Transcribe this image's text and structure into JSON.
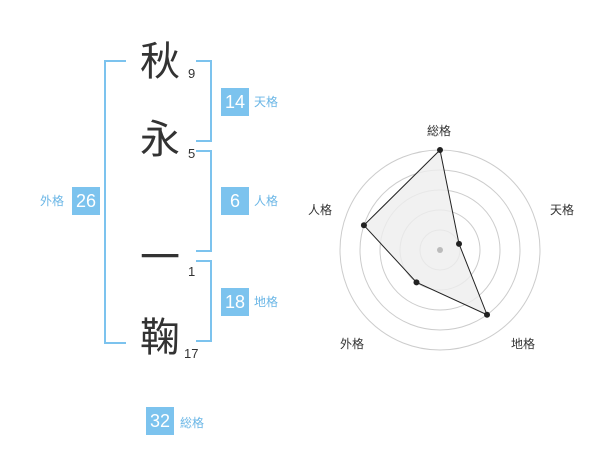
{
  "name": {
    "chars": [
      {
        "char": "秋",
        "strokes": "9"
      },
      {
        "char": "永",
        "strokes": "5"
      },
      {
        "char": "一",
        "strokes": "1"
      },
      {
        "char": "鞠",
        "strokes": "17"
      }
    ]
  },
  "fortunes": {
    "tenkaku": {
      "value": "14",
      "label": "天格"
    },
    "jinkaku": {
      "value": "6",
      "label": "人格"
    },
    "chikaku": {
      "value": "18",
      "label": "地格"
    },
    "gaikaku": {
      "value": "26",
      "label": "外格"
    },
    "soukaku": {
      "value": "32",
      "label": "総格"
    }
  },
  "chart_data": {
    "type": "radar",
    "axes": [
      "総格",
      "天格",
      "地格",
      "外格",
      "人格"
    ],
    "values": [
      5,
      1,
      4,
      2,
      4
    ],
    "range": [
      0,
      5
    ],
    "rings": 5,
    "colors": {
      "fill": "#eeeeee",
      "line": "#222222",
      "ring": "#cccccc",
      "center": "#bbbbbb"
    }
  }
}
